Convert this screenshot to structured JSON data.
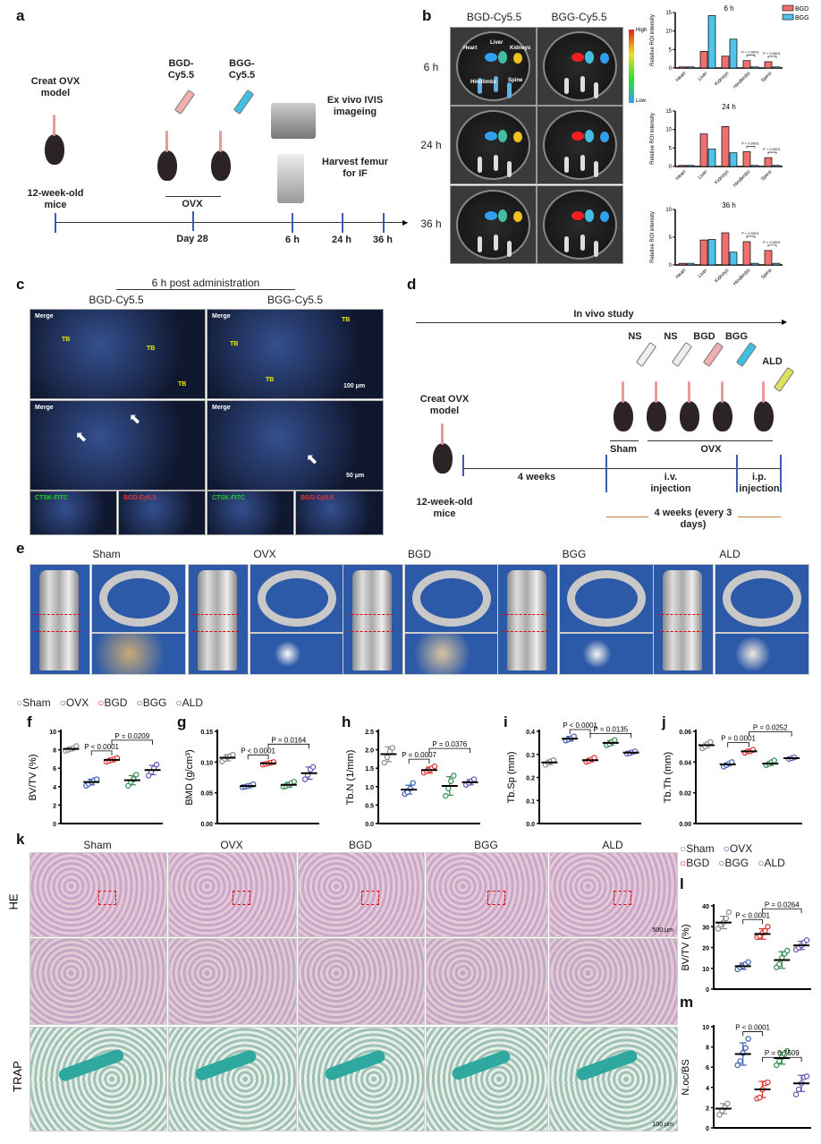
{
  "panels": {
    "a": "a",
    "b": "b",
    "c": "c",
    "d": "d",
    "e": "e",
    "f": "f",
    "g": "g",
    "h": "h",
    "i": "i",
    "j": "j",
    "k": "k",
    "l": "l",
    "m": "m"
  },
  "panel_a": {
    "model": "Creat OVX model",
    "mice": "12-week-old mice",
    "bgd": "BGD-Cy5.5",
    "bgg": "BGG-Cy5.5",
    "ovx": "OVX",
    "ivis": "Ex vivo IVIS imageing",
    "harvest": "Harvest femur for IF",
    "ticks": [
      "Day 28",
      "6 h",
      "24 h",
      "36 h"
    ]
  },
  "panel_b": {
    "cols": [
      "BGD-Cy5.5",
      "BGG-Cy5.5"
    ],
    "rows": [
      "6 h",
      "24 h",
      "36 h"
    ],
    "colorbar": {
      "high": "High",
      "low": "Low"
    },
    "organs": [
      "Heart",
      "Liver",
      "Kidneys",
      "Hindlimbs",
      "Spine"
    ]
  },
  "panel_c": {
    "title": "6 h post administration",
    "cols": [
      "BGD-Cy5.5",
      "BGG-Cy5.5"
    ],
    "merge": "Merge",
    "tb": "TB",
    "scale1": "100 μm",
    "scale2": "50 μm",
    "ctsk": "CTSK-FITC",
    "bgd": "BGD-Cy5.5",
    "bgg": "BGG-Cy5.5"
  },
  "panel_d": {
    "title": "In vivo study",
    "model": "Creat OVX model",
    "mice": "12-week-old mice",
    "injections": [
      "NS",
      "NS",
      "BGD",
      "BGG",
      "ALD"
    ],
    "sham": "Sham",
    "ovx": "OVX",
    "weeks": "4 weeks",
    "iv": "i.v. injection",
    "ip": "i.p. injection",
    "duration": "4 weeks (every 3 days)"
  },
  "panel_e": {
    "groups": [
      "Sham",
      "OVX",
      "BGD",
      "BGG",
      "ALD"
    ]
  },
  "panel_k": {
    "groups": [
      "Sham",
      "OVX",
      "BGD",
      "BGG",
      "ALD"
    ],
    "he": "HE",
    "trap": "TRAP",
    "scale1": "500 μm",
    "scale2": "100 μm"
  },
  "legend": {
    "items": [
      "Sham",
      "OVX",
      "BGD",
      "BGG",
      "ALD"
    ]
  },
  "colors": {
    "Sham": "#8a8a8a",
    "OVX": "#3a5bb0",
    "BGD": "#e02a2a",
    "BGG": "#2e8b4a",
    "ALD": "#6a4fb0",
    "bar_bgd": "#f07070",
    "bar_bgg": "#4fc3e8"
  },
  "chart_data": [
    {
      "id": "b6",
      "type": "bar",
      "title": "6 h",
      "ylabel": "Relative ROI intensity",
      "ylim": [
        0,
        15
      ],
      "yticks": [
        0,
        5,
        10,
        15
      ],
      "categories": [
        "Heart",
        "Liver",
        "Kidneys",
        "Hindlimbs",
        "Spine"
      ],
      "series": [
        {
          "name": "BGD",
          "values": [
            0.3,
            4.5,
            3.2,
            2.0,
            1.7
          ]
        },
        {
          "name": "BGG",
          "values": [
            0.3,
            14.2,
            7.8,
            0.3,
            0.3
          ]
        }
      ],
      "annotations": [
        {
          "cat": 3,
          "text": "P < 0.0001"
        },
        {
          "cat": 4,
          "text": "P < 0.0001"
        }
      ],
      "legend": "top-right"
    },
    {
      "id": "b24",
      "type": "bar",
      "title": "24 h",
      "ylabel": "Relative ROI intensity",
      "ylim": [
        0,
        15
      ],
      "yticks": [
        0,
        5,
        10,
        15
      ],
      "categories": [
        "Heart",
        "Liver",
        "Kidneys",
        "Hindlimbs",
        "Spine"
      ],
      "series": [
        {
          "name": "BGD",
          "values": [
            0.3,
            8.8,
            10.8,
            4.0,
            2.4
          ]
        },
        {
          "name": "BGG",
          "values": [
            0.3,
            4.7,
            3.7,
            0.3,
            0.3
          ]
        }
      ],
      "annotations": [
        {
          "cat": 3,
          "text": "P < 0.0001"
        },
        {
          "cat": 4,
          "text": "P < 0.0001"
        }
      ]
    },
    {
      "id": "b36",
      "type": "bar",
      "title": "36 h",
      "ylabel": "Relative ROI intensity",
      "ylim": [
        0,
        10
      ],
      "yticks": [
        0,
        5,
        10
      ],
      "categories": [
        "Heart",
        "Liver",
        "Kidneys",
        "Hindlimbs",
        "Spine"
      ],
      "series": [
        {
          "name": "BGD",
          "values": [
            0.3,
            4.5,
            5.8,
            4.2,
            2.6
          ]
        },
        {
          "name": "BGG",
          "values": [
            0.3,
            4.6,
            2.3,
            0.3,
            0.3
          ]
        }
      ],
      "annotations": [
        {
          "cat": 3,
          "text": "P < 0.0001"
        },
        {
          "cat": 4,
          "text": "P < 0.0001"
        }
      ]
    },
    {
      "id": "f",
      "type": "scatter",
      "ylabel": "BV/TV (%)",
      "ylim": [
        0,
        10
      ],
      "yticks": [
        "0",
        "2",
        "4",
        "6",
        "8",
        "10"
      ],
      "groups": [
        "Sham",
        "OVX",
        "BGD",
        "BGG",
        "ALD"
      ],
      "means": [
        8.1,
        4.5,
        6.9,
        4.7,
        5.8
      ],
      "sd": [
        0.2,
        0.3,
        0.2,
        0.5,
        0.5
      ],
      "points": [
        [
          7.9,
          8.0,
          8.1,
          8.2,
          8.4
        ],
        [
          4.1,
          4.3,
          4.5,
          4.7,
          4.8
        ],
        [
          6.7,
          6.8,
          6.9,
          7.0,
          7.1
        ],
        [
          4.1,
          4.5,
          4.8,
          5.3
        ],
        [
          5.2,
          5.6,
          6.0,
          6.4
        ]
      ],
      "brackets": [
        {
          "from": 1,
          "to": 2,
          "text": "P < 0.0001"
        },
        {
          "from": 2,
          "to": 4,
          "text": "P = 0.0209"
        }
      ]
    },
    {
      "id": "g",
      "type": "scatter",
      "ylabel": "BMD (g/cm³)",
      "ylim": [
        0,
        0.15
      ],
      "yticks": [
        "0.00",
        "0.05",
        "0.10",
        "0.15"
      ],
      "groups": [
        "Sham",
        "OVX",
        "BGD",
        "BGG",
        "ALD"
      ],
      "means": [
        0.107,
        0.061,
        0.098,
        0.063,
        0.082
      ],
      "sd": [
        0.005,
        0.002,
        0.002,
        0.004,
        0.01
      ],
      "points": [
        [
          0.101,
          0.105,
          0.108,
          0.11,
          0.112
        ],
        [
          0.059,
          0.06,
          0.061,
          0.062,
          0.064
        ],
        [
          0.096,
          0.097,
          0.098,
          0.099,
          0.1
        ],
        [
          0.06,
          0.061,
          0.063,
          0.066,
          0.068
        ],
        [
          0.072,
          0.079,
          0.088,
          0.092
        ]
      ],
      "brackets": [
        {
          "from": 1,
          "to": 2,
          "text": "P < 0.0001"
        },
        {
          "from": 2,
          "to": 4,
          "text": "P = 0.0164"
        }
      ]
    },
    {
      "id": "h",
      "type": "scatter",
      "ylabel": "Tb.N (1/mm)",
      "ylim": [
        0,
        2.5
      ],
      "yticks": [
        "0.0",
        "0.5",
        "1.0",
        "1.5",
        "2.0",
        "2.5"
      ],
      "groups": [
        "Sham",
        "OVX",
        "BGD",
        "BGG",
        "ALD"
      ],
      "means": [
        1.88,
        0.92,
        1.45,
        1.02,
        1.12
      ],
      "sd": [
        0.2,
        0.12,
        0.08,
        0.25,
        0.07
      ],
      "points": [
        [
          1.65,
          1.8,
          1.95,
          2.05
        ],
        [
          0.8,
          0.85,
          0.95,
          1.1
        ],
        [
          1.38,
          1.42,
          1.45,
          1.5,
          1.55
        ],
        [
          0.75,
          0.95,
          1.15,
          1.3
        ],
        [
          1.05,
          1.1,
          1.15,
          1.2
        ]
      ],
      "brackets": [
        {
          "from": 1,
          "to": 2,
          "text": "P = 0.0007"
        },
        {
          "from": 2,
          "to": 4,
          "text": "P = 0.0376"
        }
      ]
    },
    {
      "id": "i",
      "type": "scatter",
      "ylabel": "Tb.Sp (mm)",
      "ylim": [
        0,
        0.4
      ],
      "yticks": [
        "0.0",
        "0.1",
        "0.2",
        "0.3",
        "0.4"
      ],
      "groups": [
        "Sham",
        "OVX",
        "BGD",
        "BGG",
        "ALD"
      ],
      "means": [
        0.265,
        0.368,
        0.275,
        0.35,
        0.308
      ],
      "sd": [
        0.01,
        0.01,
        0.008,
        0.01,
        0.005
      ],
      "points": [
        [
          0.255,
          0.265,
          0.27,
          0.275
        ],
        [
          0.36,
          0.365,
          0.37,
          0.378
        ],
        [
          0.268,
          0.272,
          0.278,
          0.285
        ],
        [
          0.34,
          0.345,
          0.355,
          0.362
        ],
        [
          0.303,
          0.306,
          0.31,
          0.313
        ]
      ],
      "brackets": [
        {
          "from": 1,
          "to": 2,
          "text": "P < 0.0001"
        },
        {
          "from": 2,
          "to": 4,
          "text": "P = 0.0135"
        }
      ]
    },
    {
      "id": "j",
      "type": "scatter",
      "ylabel": "Tb.Th (mm)",
      "ylim": [
        0,
        0.06
      ],
      "yticks": [
        "0.00",
        "0.02",
        "0.04",
        "0.06"
      ],
      "groups": [
        "Sham",
        "OVX",
        "BGD",
        "BGG",
        "ALD"
      ],
      "means": [
        0.051,
        0.0385,
        0.047,
        0.039,
        0.0425
      ],
      "sd": [
        0.0015,
        0.001,
        0.0008,
        0.0012,
        0.0004
      ],
      "points": [
        [
          0.049,
          0.05,
          0.052,
          0.053
        ],
        [
          0.037,
          0.038,
          0.039,
          0.04
        ],
        [
          0.046,
          0.047,
          0.047,
          0.048
        ],
        [
          0.038,
          0.039,
          0.04,
          0.041
        ],
        [
          0.042,
          0.0425,
          0.043
        ]
      ],
      "brackets": [
        {
          "from": 1,
          "to": 2,
          "text": "P = 0.0001"
        },
        {
          "from": 2,
          "to": 4,
          "text": "P = 0.0252"
        }
      ]
    },
    {
      "id": "l",
      "type": "scatter",
      "ylabel": "BV/TV (%)",
      "ylim": [
        0,
        40
      ],
      "yticks": [
        "0",
        "10",
        "20",
        "30",
        "40"
      ],
      "groups": [
        "Sham",
        "OVX",
        "BGD",
        "BGG",
        "ALD"
      ],
      "means": [
        32,
        11,
        26.5,
        14,
        21
      ],
      "sd": [
        3,
        1.5,
        2.5,
        4,
        2
      ],
      "points": [
        [
          29,
          31,
          32,
          34,
          37
        ],
        [
          9.5,
          10.5,
          11,
          12,
          13
        ],
        [
          25,
          25.5,
          27,
          28,
          30
        ],
        [
          10.5,
          12,
          15,
          17,
          18.5
        ],
        [
          19,
          20,
          21,
          22.5,
          23.5
        ]
      ],
      "brackets": [
        {
          "from": 1,
          "to": 2,
          "text": "P < 0.0001"
        },
        {
          "from": 2,
          "to": 4,
          "text": "P = 0.0264"
        }
      ]
    },
    {
      "id": "m",
      "type": "scatter",
      "ylabel": "N.oc/BS",
      "ylim": [
        0,
        10
      ],
      "yticks": [
        "0",
        "2",
        "4",
        "6",
        "8",
        "10"
      ],
      "groups": [
        "Sham",
        "OVX",
        "BGD",
        "BGG",
        "ALD"
      ],
      "means": [
        1.9,
        7.3,
        3.8,
        6.9,
        4.4
      ],
      "sd": [
        0.5,
        1.1,
        0.8,
        0.6,
        0.8
      ],
      "points": [
        [
          1.3,
          1.7,
          2.0,
          2.4
        ],
        [
          6.2,
          6.6,
          7.4,
          7.9,
          8.8
        ],
        [
          2.9,
          3.0,
          3.8,
          4.4,
          4.5
        ],
        [
          6.2,
          6.6,
          7.0,
          7.3,
          7.6
        ],
        [
          3.3,
          3.8,
          4.4,
          5.0,
          5.1
        ]
      ],
      "brackets": [
        {
          "from": 1,
          "to": 2,
          "text": "P < 0.0001"
        },
        {
          "from": 2,
          "to": 4,
          "text": "P = 0.7509"
        }
      ]
    }
  ]
}
